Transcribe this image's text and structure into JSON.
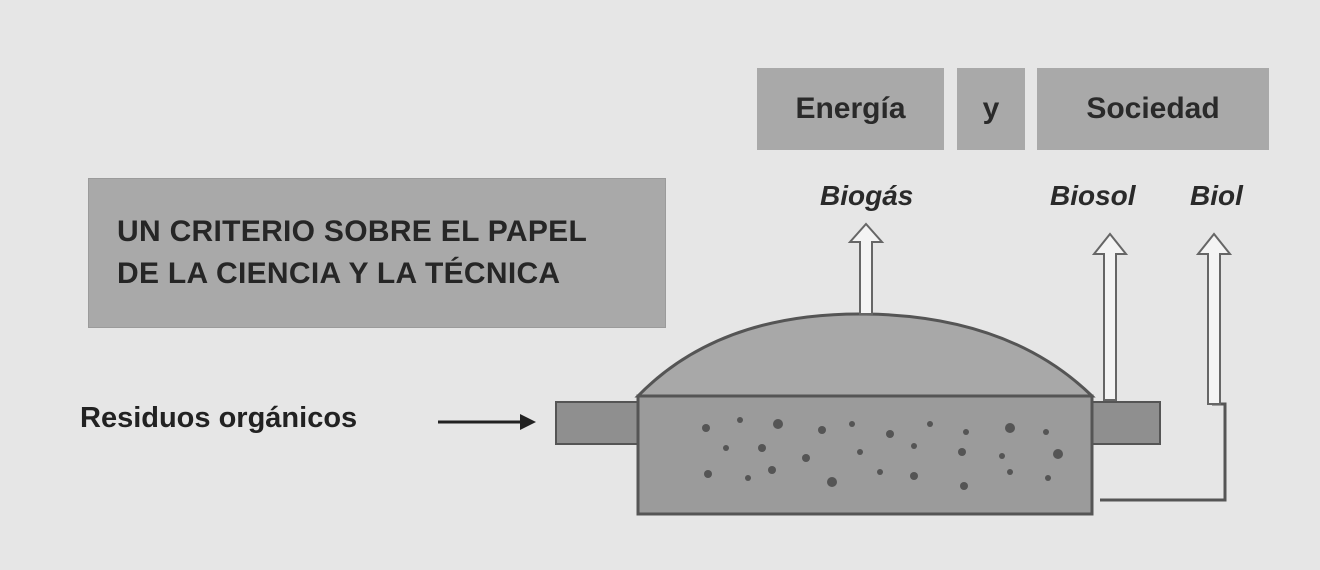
{
  "header": {
    "left": "Energía",
    "connector": "y",
    "right": "Sociedad"
  },
  "title": "UN CRITERIO SOBRE EL PAPEL\nDE LA CIENCIA Y LA TÉCNICA",
  "outputs": {
    "biogas": "Biogás",
    "biosol": "Biosol",
    "biol": "Biol"
  },
  "input_label": "Residuos orgánicos",
  "colors": {
    "background": "#e6e6e6",
    "box": "#a9a9a9",
    "tank": "#9b9b9b",
    "dome": "#a8a8a8",
    "pipe": "#8f8f8f",
    "particle": "#555555"
  }
}
